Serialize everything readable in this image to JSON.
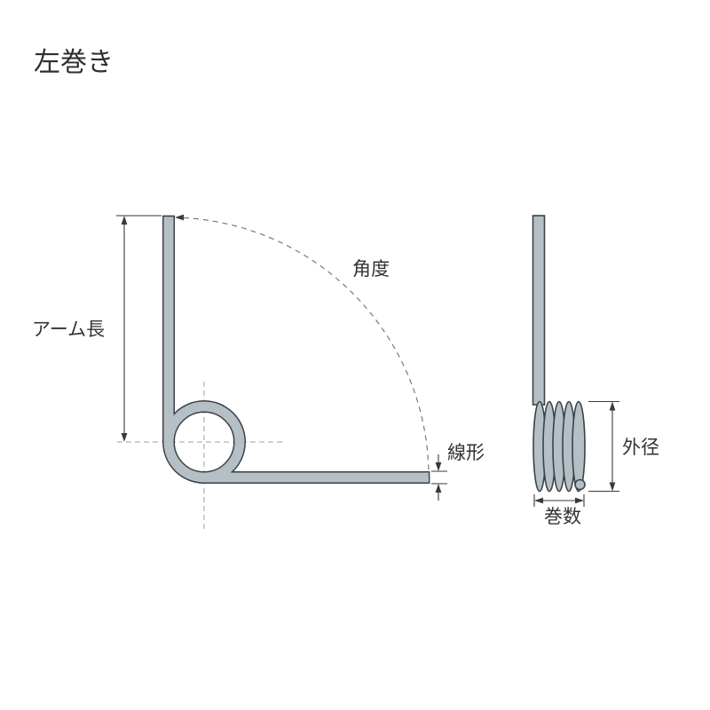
{
  "title": "左巻き",
  "labels": {
    "angle": "角度",
    "arm_length": "アーム長",
    "wire_diameter": "線形",
    "outer_diameter": "外径",
    "coil_count": "巻数"
  },
  "colors": {
    "wire_fill": "#b5c0c6",
    "wire_outline": "#3c4247",
    "dimension_line": "#3a3a3a",
    "centerline_dash": "#9aa0a3",
    "arc_dash": "#6f6f6f",
    "text": "#333333",
    "background": "#ffffff"
  }
}
